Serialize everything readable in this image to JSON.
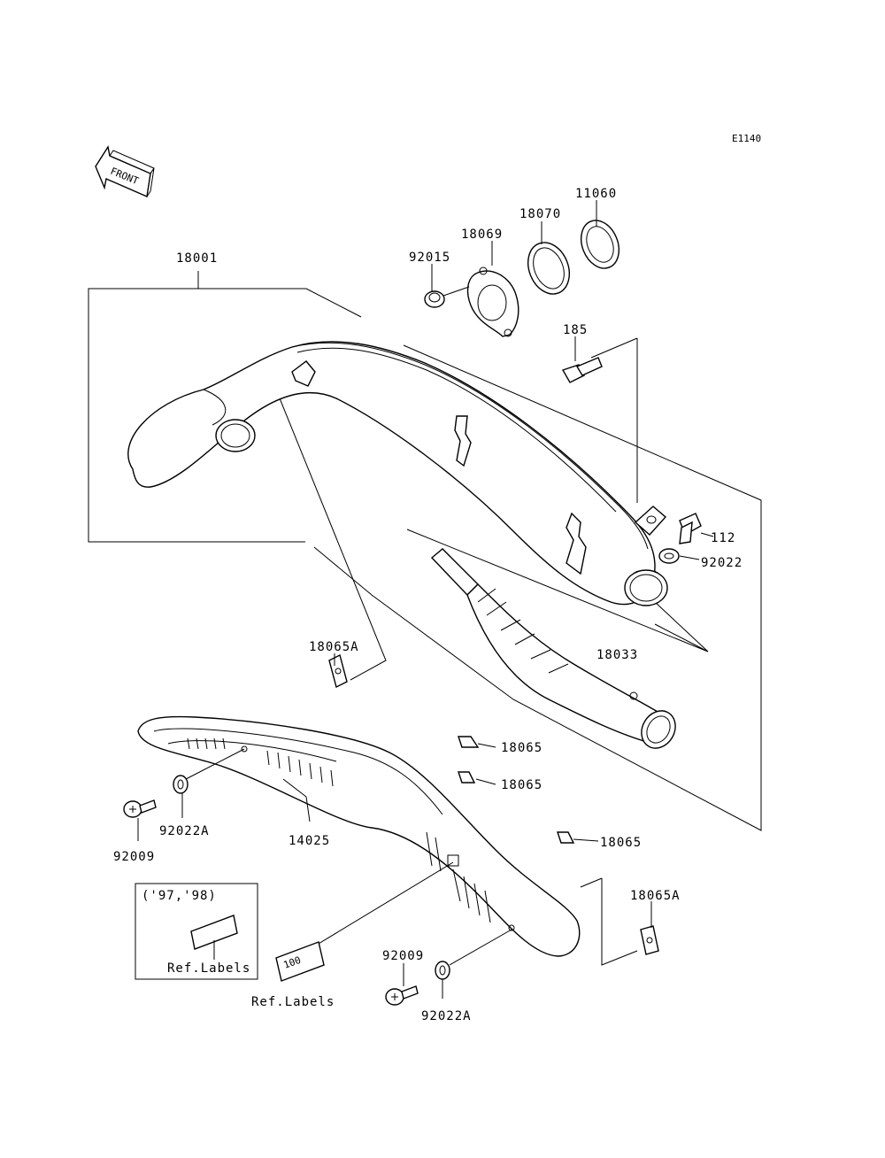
{
  "diagram": {
    "code": "E1140",
    "front_label": "FRONT",
    "inset_years": "('97,'98)",
    "ref_labels": "Ref.Labels",
    "badge_text": "100",
    "parts": {
      "p18001": "18001",
      "p92015": "92015",
      "p18069": "18069",
      "p18070": "18070",
      "p11060": "11060",
      "p185": "185",
      "p112": "112",
      "p92022": "92022",
      "p18033": "18033",
      "p18065A_top": "18065A",
      "p18065_1": "18065",
      "p18065_2": "18065",
      "p18065_3": "18065",
      "p18065A_bottom": "18065A",
      "p92009_left": "92009",
      "p92022A_left": "92022A",
      "p14025": "14025",
      "p92009_bottom": "92009",
      "p92022A_bottom": "92022A"
    }
  }
}
